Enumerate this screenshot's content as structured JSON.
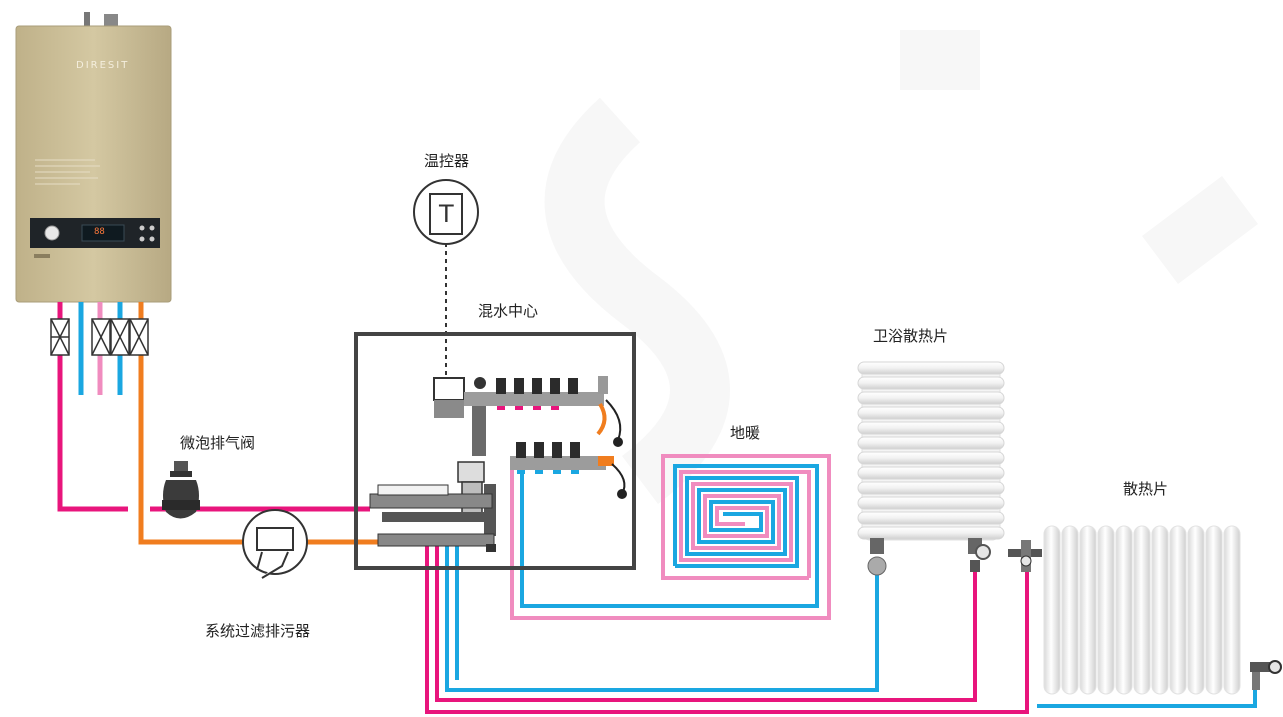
{
  "labels": {
    "thermostat": "温控器",
    "mixing_center": "混水中心",
    "micro_bubble_valve": "微泡排气阀",
    "filter": "系统过滤排污器",
    "floor_heating": "地暖",
    "bathroom_radiator": "卫浴散热片",
    "radiator": "散热片",
    "thermostat_symbol": "T"
  },
  "boiler": {
    "brand": "DIRESIT",
    "display": "88"
  },
  "colors": {
    "hot_supply": "#e8157c",
    "cold_return": "#1aa7e1",
    "pink_light": "#f08cbf",
    "boiler_link": "#f07d1f",
    "frame": "#444444",
    "boiler_body": "#cbbd96"
  }
}
